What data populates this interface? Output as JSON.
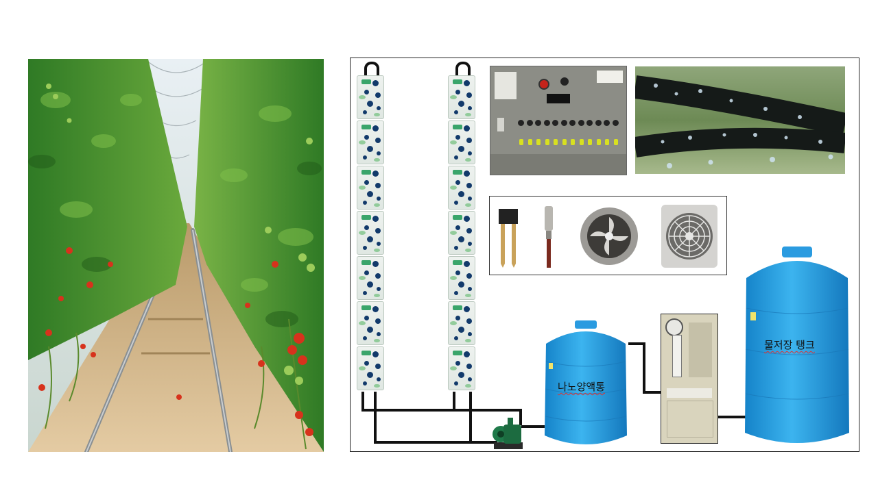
{
  "photo": {
    "name": "greenhouse-tomato-rows"
  },
  "diagram": {
    "nano_tank_label": "나노양액통",
    "storage_tank_label": "물저장 탱크"
  },
  "colors": {
    "tank_blue": "#1fa3e6",
    "pipe": "#111111",
    "leaf_green": "#3f8f2c",
    "tomato_red": "#d7321c"
  }
}
